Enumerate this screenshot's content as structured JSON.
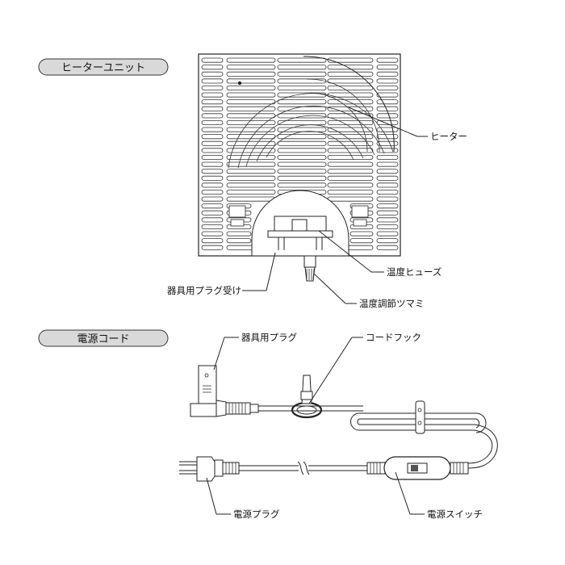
{
  "sections": {
    "heater_unit": "ヒーターユニット",
    "power_cord": "電源コード"
  },
  "labels": {
    "heater": "ヒーター",
    "thermal_fuse": "温度ヒューズ",
    "appliance_plug_socket": "器具用プラグ受け",
    "temp_knob": "温度調節ツマミ",
    "appliance_plug": "器具用プラグ",
    "cord_hook": "コードフック",
    "power_plug": "電源プラグ",
    "power_switch": "電源スイッチ"
  }
}
